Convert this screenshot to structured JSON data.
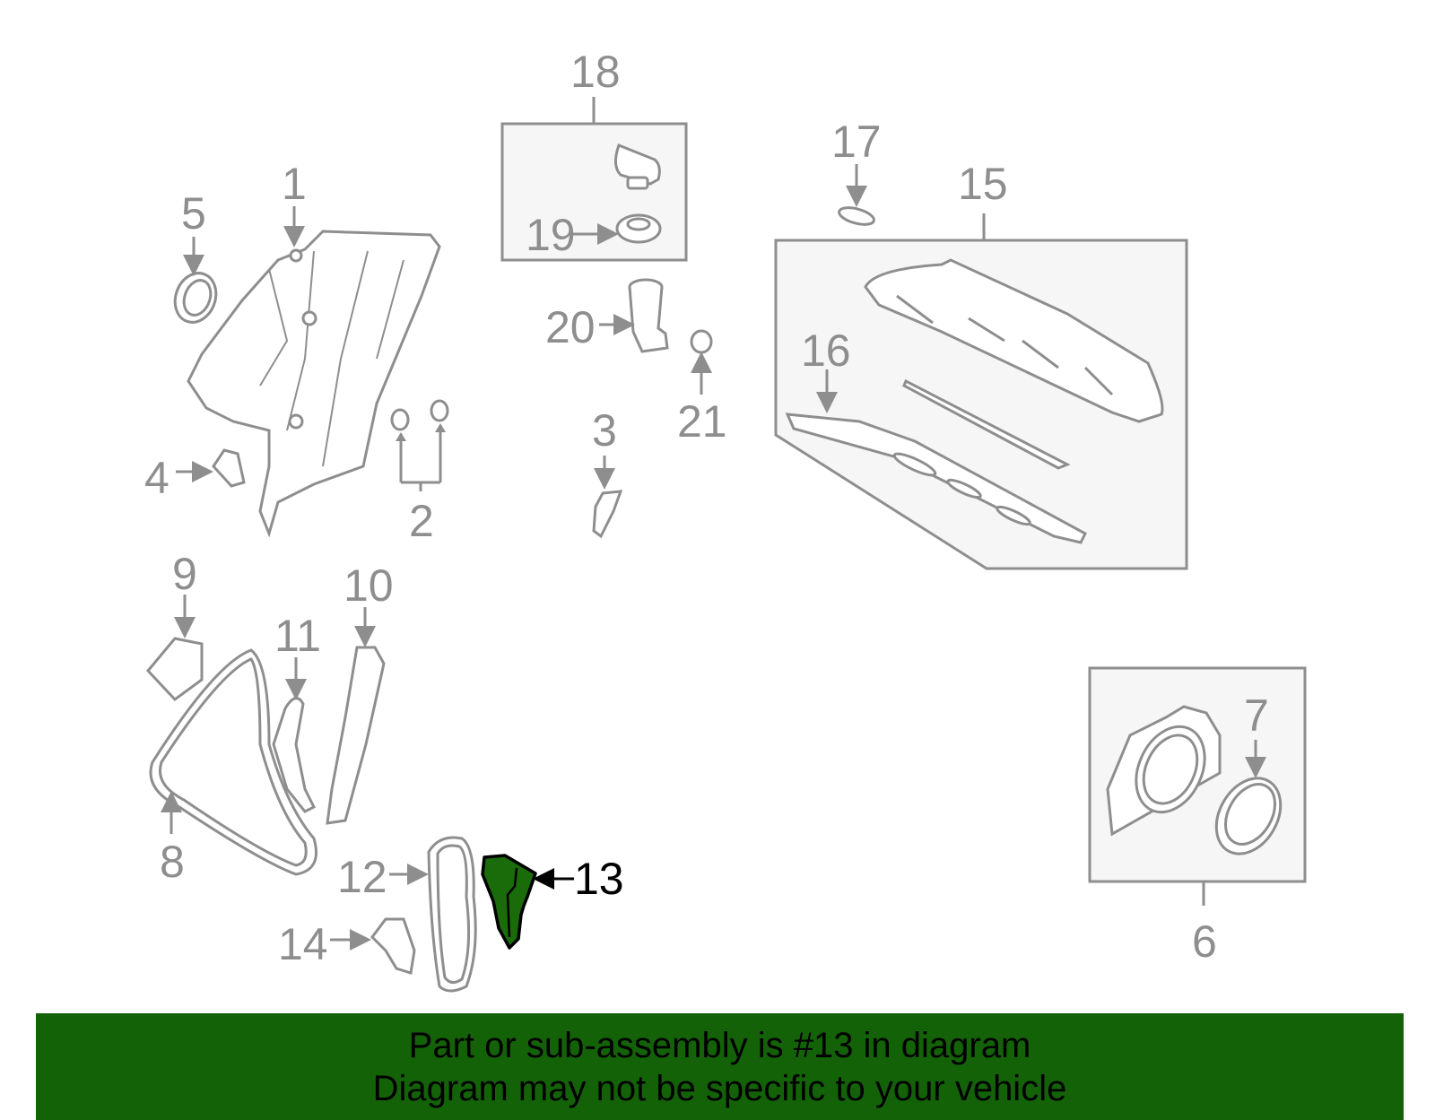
{
  "diagram": {
    "highlighted_part": "13",
    "colors": {
      "line_art": "#8e8e8e",
      "box_fill": "#f6f6f6",
      "highlight_fill": "#1a6b0a",
      "highlight_stroke": "#000000",
      "banner_bg": "#146208"
    },
    "callouts": [
      {
        "id": "1",
        "label": "1"
      },
      {
        "id": "2",
        "label": "2"
      },
      {
        "id": "3",
        "label": "3"
      },
      {
        "id": "4",
        "label": "4"
      },
      {
        "id": "5",
        "label": "5"
      },
      {
        "id": "6",
        "label": "6"
      },
      {
        "id": "7",
        "label": "7"
      },
      {
        "id": "8",
        "label": "8"
      },
      {
        "id": "9",
        "label": "9"
      },
      {
        "id": "10",
        "label": "10"
      },
      {
        "id": "11",
        "label": "11"
      },
      {
        "id": "12",
        "label": "12"
      },
      {
        "id": "13",
        "label": "13"
      },
      {
        "id": "14",
        "label": "14"
      },
      {
        "id": "15",
        "label": "15"
      },
      {
        "id": "16",
        "label": "16"
      },
      {
        "id": "17",
        "label": "17"
      },
      {
        "id": "18",
        "label": "18"
      },
      {
        "id": "19",
        "label": "19"
      },
      {
        "id": "20",
        "label": "20"
      },
      {
        "id": "21",
        "label": "21"
      }
    ]
  },
  "banner": {
    "line1": "Part or sub-assembly is #13 in diagram",
    "line2": "Diagram may not be specific to your vehicle"
  }
}
